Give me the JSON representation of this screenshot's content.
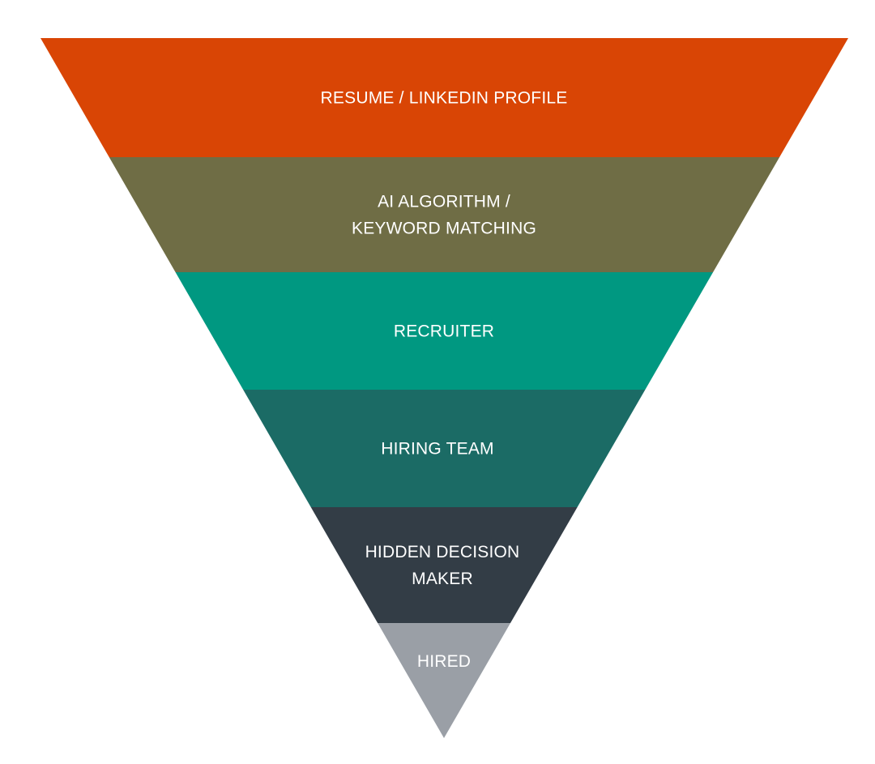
{
  "funnel": {
    "stages": [
      {
        "lines": [
          "RESUME / LINKEDIN PROFILE"
        ],
        "color": "#d94505",
        "text_color": "#ffffff"
      },
      {
        "lines": [
          "AI ALGORITHM /",
          "KEYWORD MATCHING"
        ],
        "color": "#6f6d45",
        "text_color": "#ffffff"
      },
      {
        "lines": [
          "RECRUITER"
        ],
        "color": "#009881",
        "text_color": "#ffffff"
      },
      {
        "lines": [
          "HIRING TEAM"
        ],
        "color": "#1b6b65",
        "text_color": "#ffffff"
      },
      {
        "lines": [
          "HIDDEN DECISION",
          "MAKER"
        ],
        "color": "#333d46",
        "text_color": "#ffffff"
      },
      {
        "lines": [
          "HIRED"
        ],
        "color": "#9a9fa6",
        "text_color": "#ffffff"
      }
    ]
  }
}
